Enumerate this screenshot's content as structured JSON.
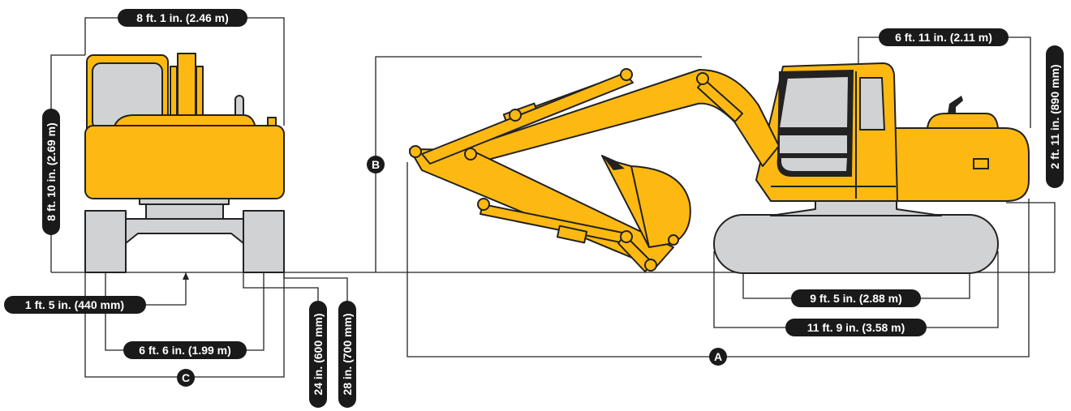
{
  "dimensions": {
    "front_width_top": "8 ft. 1 in. (2.46 m)",
    "front_height": "8 ft. 10 in. (2.69 m)",
    "ground_clearance": "1 ft. 5 in. (440 mm)",
    "track_gauge": "6 ft. 6 in. (1.99 m)",
    "shoe_600": "24 in. (600 mm)",
    "shoe_700": "28 in. (700 mm)",
    "cab_width": "6 ft. 11 in. (2.11 m)",
    "counterweight_clearance": "2 ft. 11 in. (890 mm)",
    "tumbler_distance": "9 ft. 5 in. (2.88 m)",
    "track_length": "11 ft. 9 in. (3.58 m)"
  },
  "markers": {
    "a": "A",
    "b": "B",
    "c": "C"
  },
  "colors": {
    "machine_yellow": "#fdb912",
    "track_grey": "#d1d2d4",
    "label_black": "#1a1a1a"
  }
}
